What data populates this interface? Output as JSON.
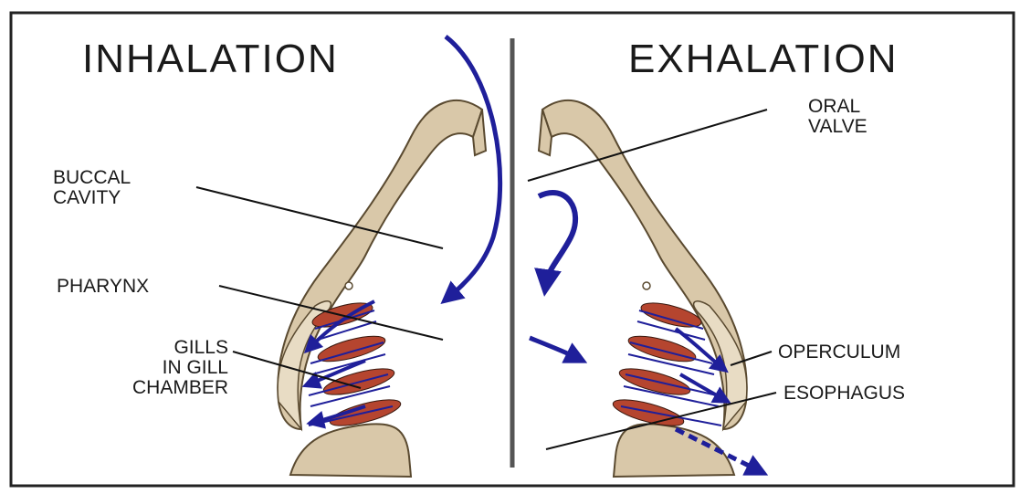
{
  "titles": {
    "left": "INHALATION",
    "right": "EXHALATION"
  },
  "labels": {
    "buccal_line1": "BUCCAL",
    "buccal_line2": "CAVITY",
    "pharynx": "PHARYNX",
    "gills_line1": "GILLS",
    "gills_line2": "IN GILL",
    "gills_line3": "CHAMBER",
    "oral_line1": "ORAL",
    "oral_line2": "VALVE",
    "operculum": "OPERCULUM",
    "esophagus": "ESOPHAGUS"
  },
  "colors": {
    "head": "#d9c8a9",
    "head_outline": "#5a4a30",
    "gill": "#b5452f",
    "arrow": "#1f1f9a",
    "divider": "#555555",
    "frame": "#222222"
  }
}
